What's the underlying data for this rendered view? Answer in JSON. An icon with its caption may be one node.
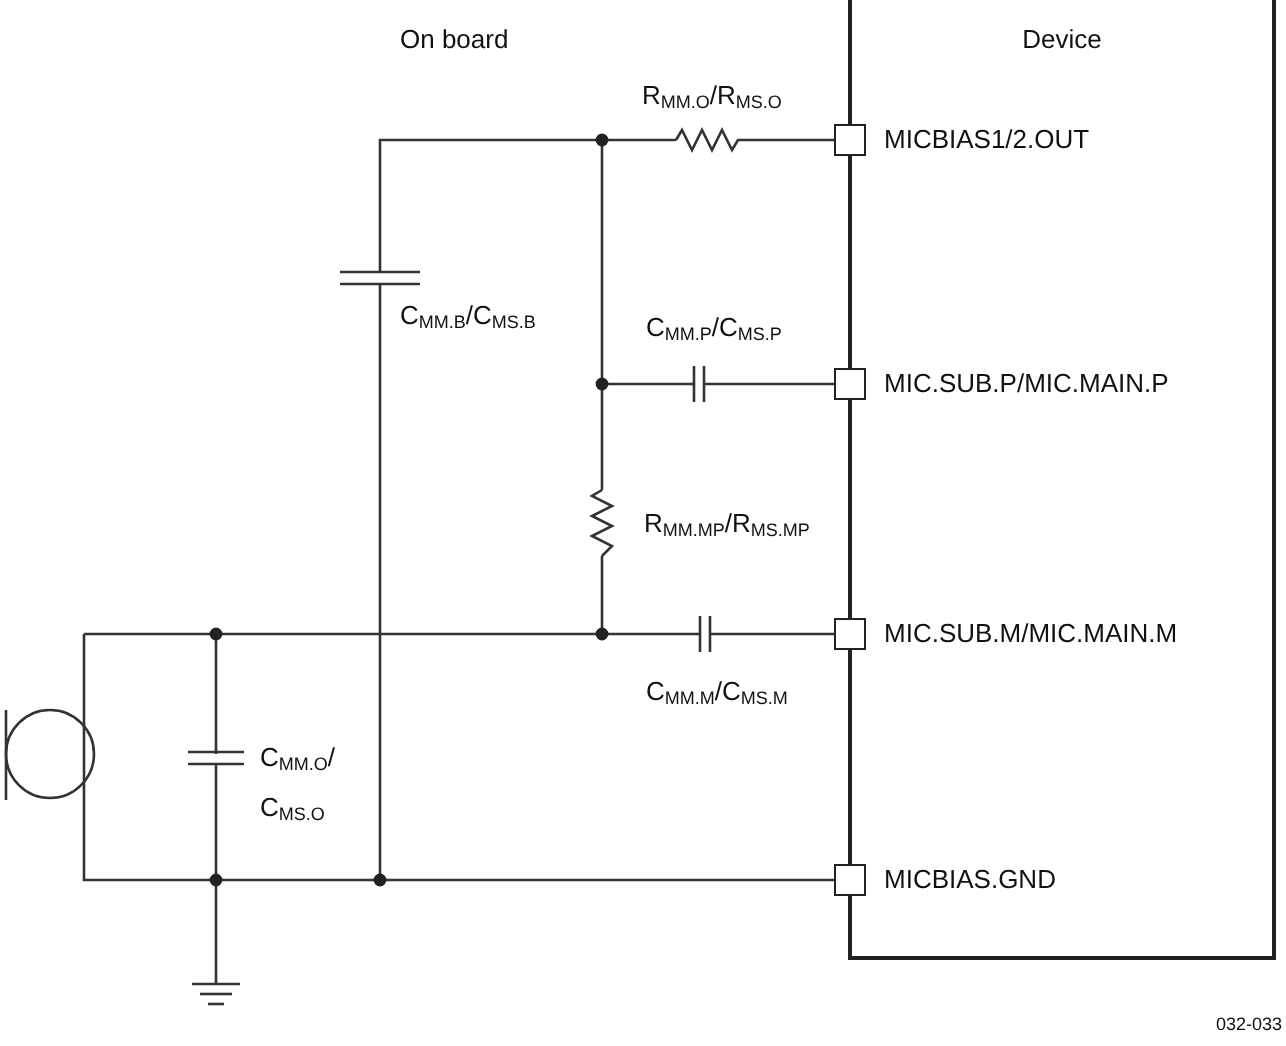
{
  "diagram": {
    "nodes": [
      {
        "text": [
          "Device"
        ]
      },
      {
        "text": [
          "MICBIAS1/2.OUT"
        ],
        "in": 0
      },
      {
        "text": [
          "MIC.SUB.P/MIC.MAIN.P"
        ],
        "in": 0
      },
      {
        "text": [
          "MIC.SUB.M/MIC.MAIN.M"
        ],
        "in": 0
      },
      {
        "text": [
          "MICBIAS.GND"
        ],
        "in": 0
      }
    ],
    "labels": [
      "On board",
      "R$_{MM.O}$/R$_{MS.O}$",
      "C$_{MM.B}$/C$_{MS.B}$",
      "C$_{MM.P}$/C$_{MS.P}$",
      "R$_{MM.MP}$/R$_{MS.MP}$",
      "C$_{MM.M}$/C$_{MS.M}$",
      "C$_{MM.O}$/ C$_{MS.O}$",
      "032-033"
    ]
  }
}
